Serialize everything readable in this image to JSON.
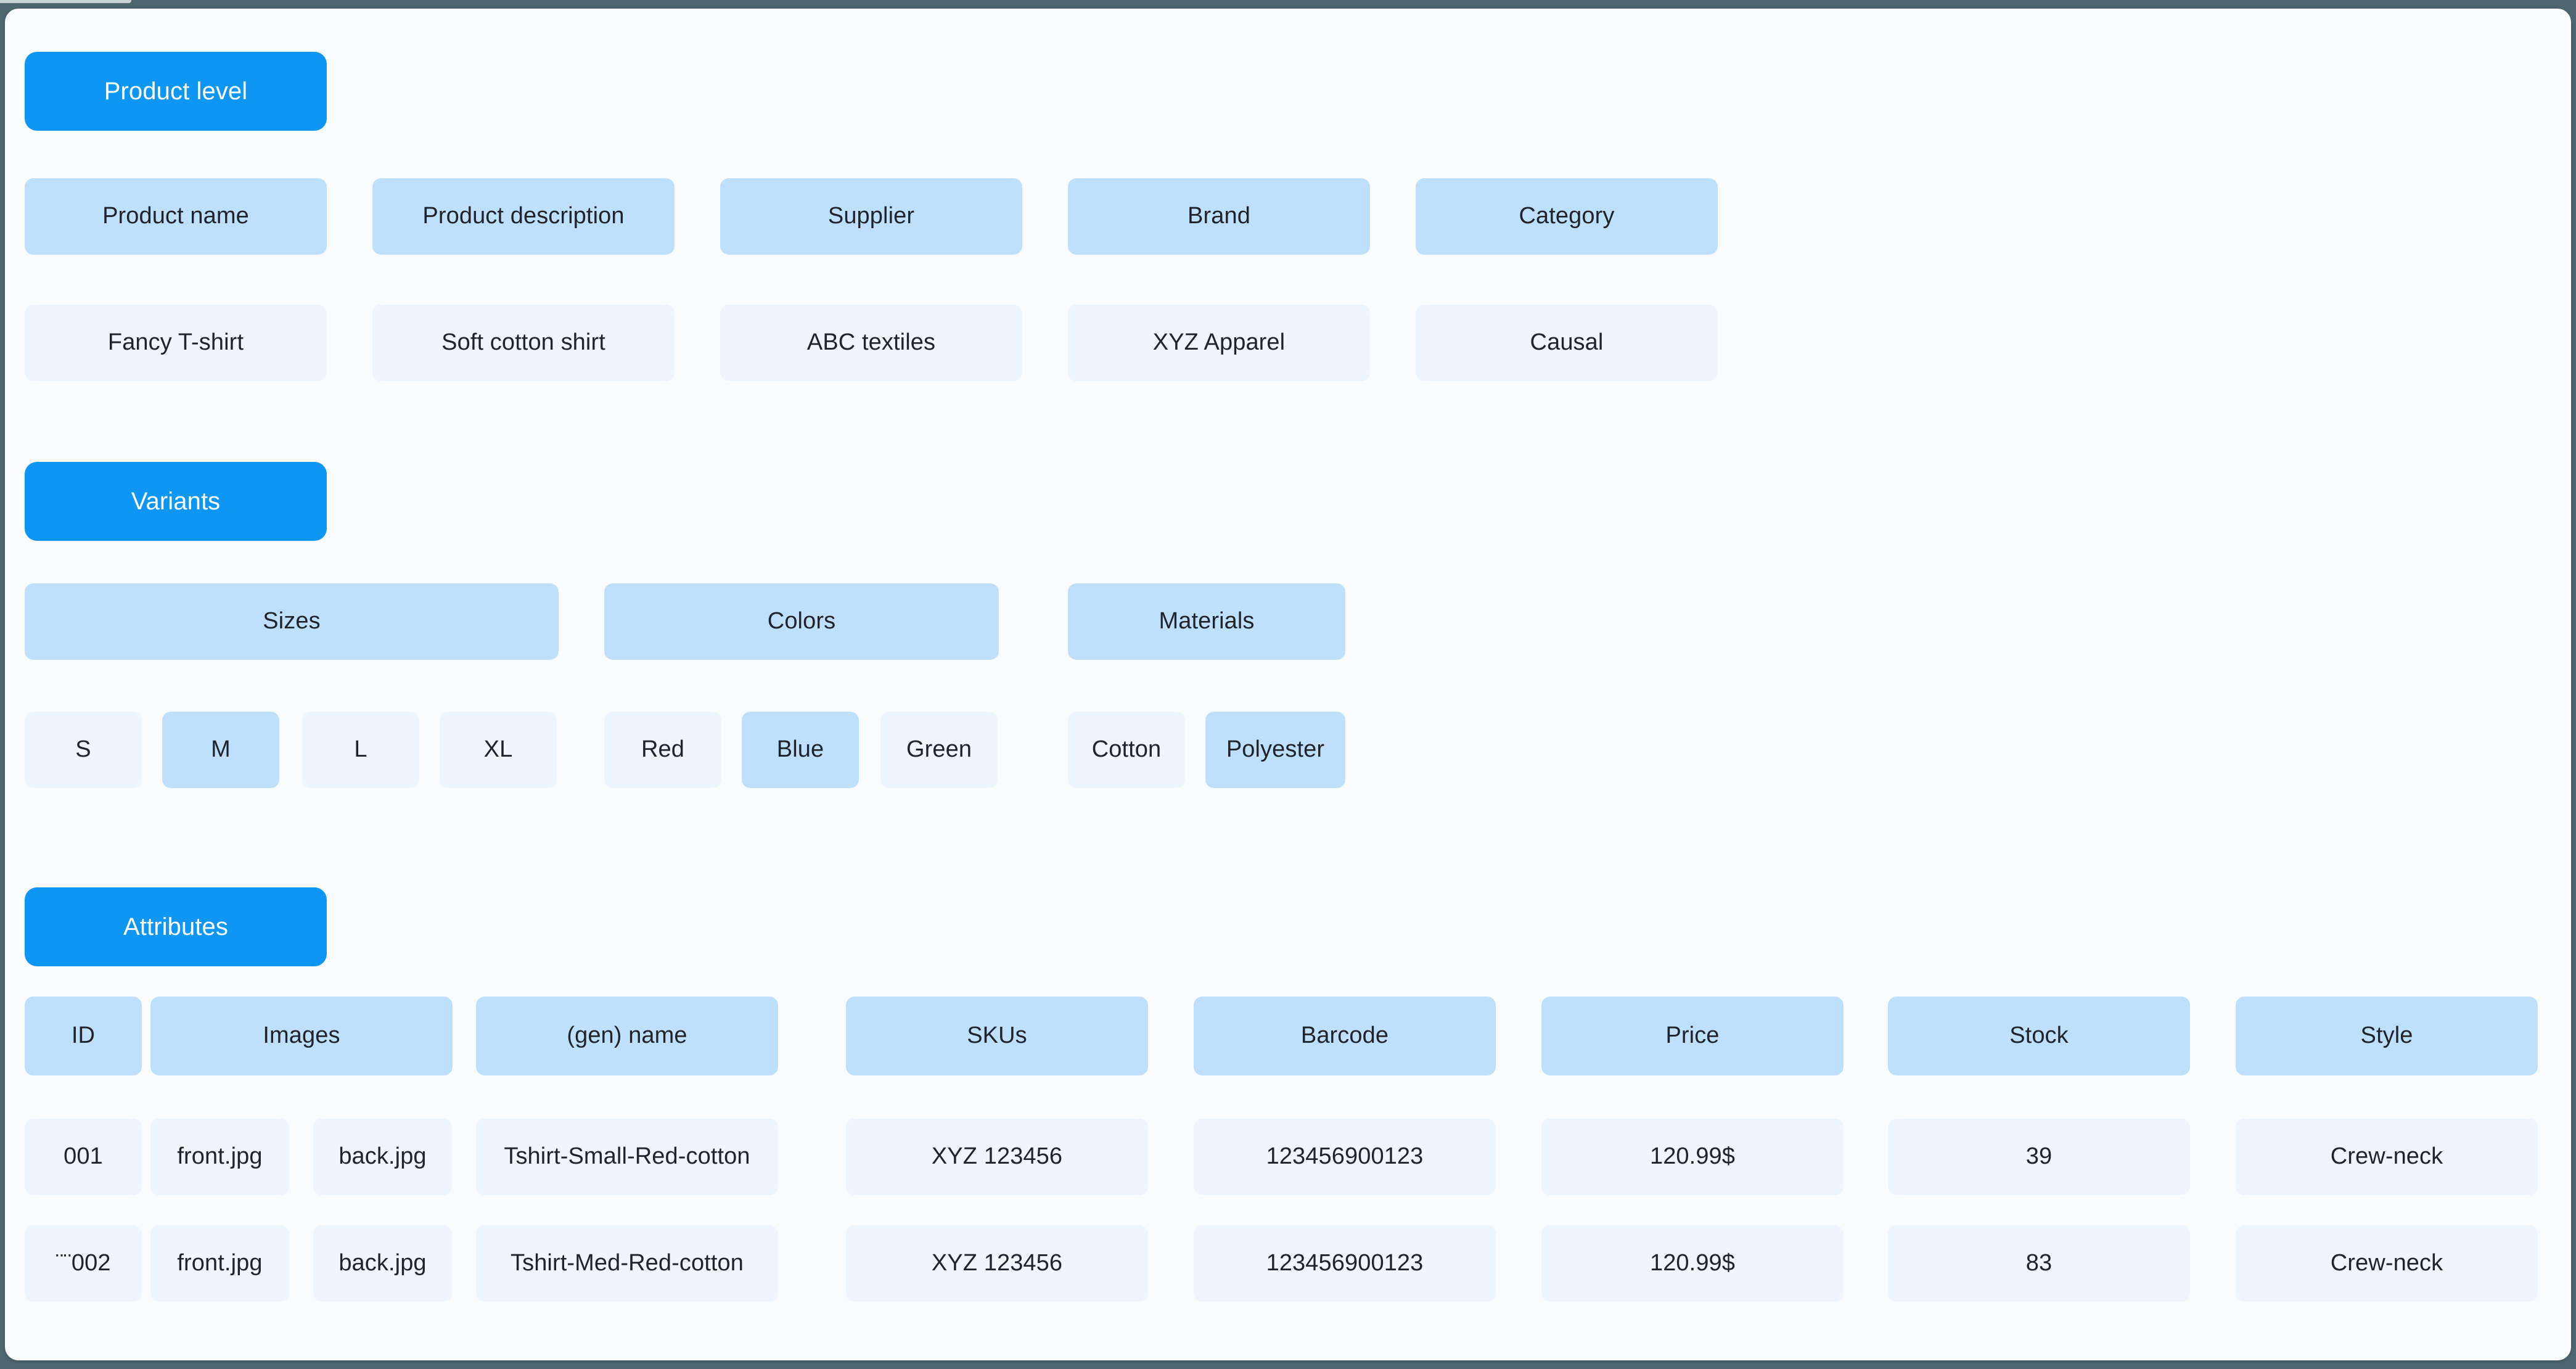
{
  "sections": {
    "product_level": {
      "title": "Product level",
      "headers": [
        "Product name",
        "Product description",
        "Supplier",
        "Brand",
        "Category"
      ],
      "values": [
        "Fancy T-shirt",
        "Soft cotton shirt",
        "ABC textiles",
        "XYZ Apparel",
        "Causal"
      ]
    },
    "variants": {
      "title": "Variants",
      "groups": [
        {
          "header": "Sizes",
          "options": [
            {
              "label": "S",
              "selected": false
            },
            {
              "label": "M",
              "selected": true
            },
            {
              "label": "L",
              "selected": false
            },
            {
              "label": "XL",
              "selected": false
            }
          ]
        },
        {
          "header": "Colors",
          "options": [
            {
              "label": "Red",
              "selected": false
            },
            {
              "label": "Blue",
              "selected": true
            },
            {
              "label": "Green",
              "selected": false
            }
          ]
        },
        {
          "header": "Materials",
          "options": [
            {
              "label": "Cotton",
              "selected": false
            },
            {
              "label": "Polyester",
              "selected": true
            }
          ]
        }
      ]
    },
    "attributes": {
      "title": "Attributes",
      "headers": [
        "ID",
        "Images",
        "(gen) name",
        "SKUs",
        "Barcode",
        "Price",
        "Stock",
        "Style"
      ],
      "rows": [
        {
          "id": "001",
          "image_front": "front.jpg",
          "image_back": "back.jpg",
          "gen_name": "Tshirt-Small-Red-cotton",
          "sku": "XYZ 123456",
          "barcode": "123456900123",
          "price": "120.99$",
          "stock": "39",
          "style": "Crew-neck"
        },
        {
          "id": "¨¨002",
          "image_front": "front.jpg",
          "image_back": "back.jpg",
          "gen_name": "Tshirt-Med-Red-cotton",
          "sku": "XYZ 123456",
          "barcode": "123456900123",
          "price": "120.99$",
          "stock": "83",
          "style": "Crew-neck"
        }
      ]
    }
  },
  "colors": {
    "accent": "#0e96f5",
    "header_chip": "#bfe0fd",
    "value_chip": "#eef5fe",
    "page_background": "#fafbfc",
    "chrome": "#4d6670",
    "text": "#20242a"
  }
}
